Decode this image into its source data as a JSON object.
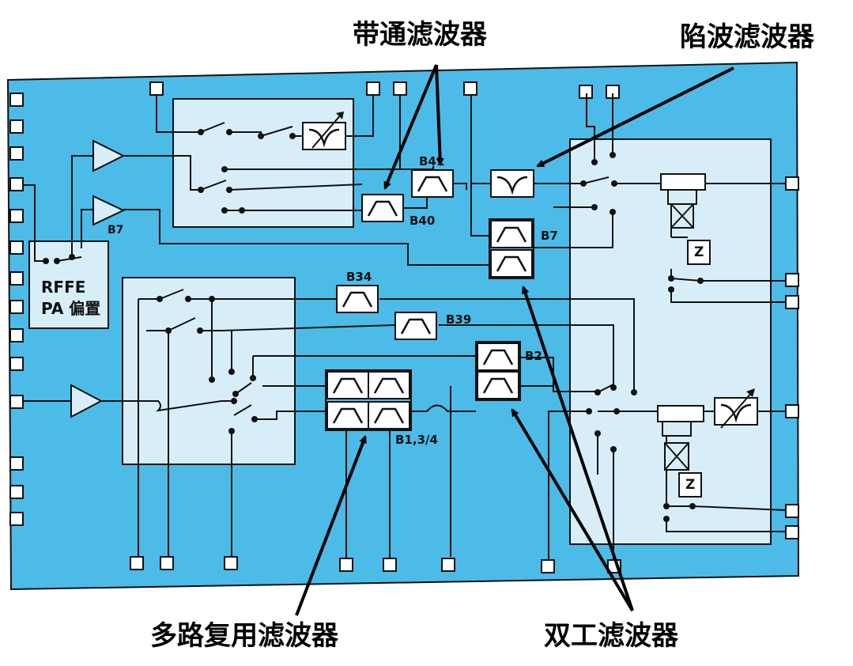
{
  "callouts": {
    "bandpass": "带通滤波器",
    "notch": "陷波滤波器",
    "multiplex": "多路复用滤波器",
    "duplex": "双工滤波器"
  },
  "blocks": {
    "pa_bias_line1": "RFFE",
    "pa_bias_line2": "PA 偏置"
  },
  "band_labels": {
    "b41": "B41",
    "b40": "B40",
    "b7_pa": "B7",
    "b7_filter": "B7",
    "b34": "B34",
    "b39": "B39",
    "b2": "B2",
    "b134": "B1,3/4",
    "z1": "Z",
    "z2": "Z"
  },
  "colors": {
    "board": "#4dbbe8",
    "panel": "#d7eef9",
    "line": "#111111"
  }
}
